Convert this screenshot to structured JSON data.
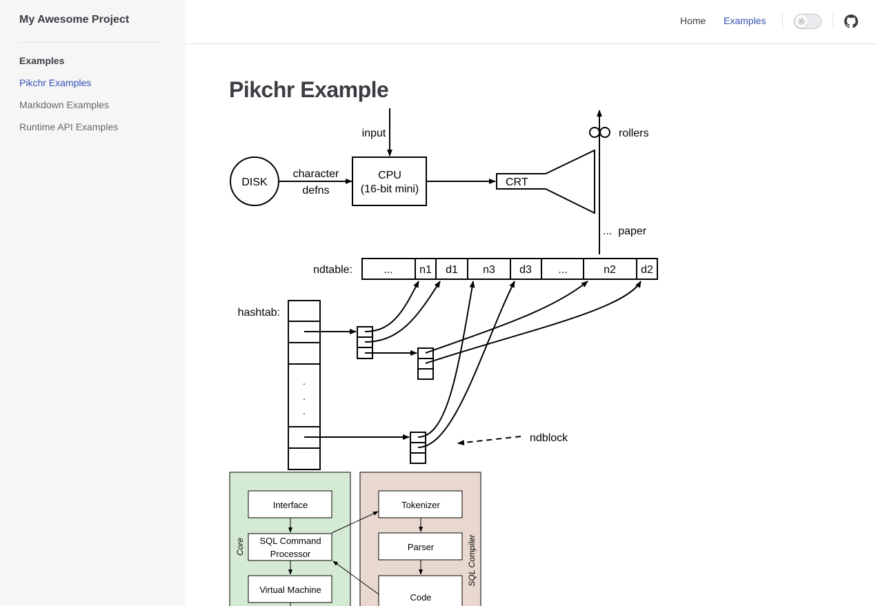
{
  "sidebar": {
    "site_title": "My Awesome Project",
    "group_title": "Examples",
    "items": [
      {
        "label": "Pikchr Examples",
        "active": true
      },
      {
        "label": "Markdown Examples",
        "active": false
      },
      {
        "label": "Runtime API Examples",
        "active": false
      }
    ]
  },
  "nav": {
    "home": "Home",
    "examples": "Examples",
    "accent_color": "#3451b2"
  },
  "icons": {
    "theme_toggle": "sun-icon",
    "github": "github-icon"
  },
  "main": {
    "title": "Pikchr Example"
  },
  "diagram1": {
    "input": "input",
    "disk": "DISK",
    "character": "character",
    "defns": "defns",
    "cpu_line1": "CPU",
    "cpu_line2": "(16-bit mini)",
    "crt": "CRT",
    "rollers": "rollers",
    "paper": "...  paper"
  },
  "diagram2": {
    "ndtable_label": "ndtable:",
    "ndtable_cells": [
      "...",
      "n1",
      "d1",
      "n3",
      "d3",
      "...",
      "n2",
      "d2"
    ],
    "hashtab_label": "hashtab:",
    "hashtab_dots": [
      ".",
      ".",
      "."
    ],
    "ndblock": "ndblock"
  },
  "diagram3": {
    "core_label": "Core",
    "compiler_label": "SQL Compiler",
    "core_color": "#d5ead3",
    "compiler_color": "#e8d8cf",
    "interface": "Interface",
    "sql_cmd_line1": "SQL Command",
    "sql_cmd_line2": "Processor",
    "vm": "Virtual Machine",
    "tokenizer": "Tokenizer",
    "parser": "Parser",
    "code": "Code"
  }
}
